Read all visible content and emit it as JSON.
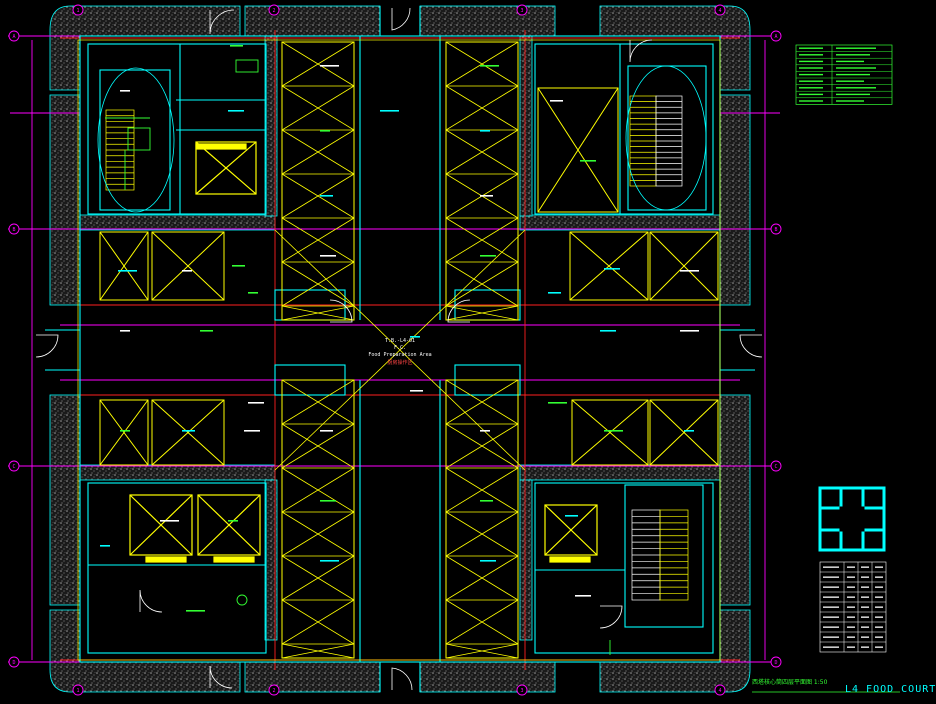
{
  "drawing": {
    "footer_title": "L4  FOOD COURT",
    "footer_subtitle": "西塔核心筒四层平面图  1:50",
    "center_tags": [
      "T.B.-L4-01",
      "F.C.",
      "Food Preparation Area",
      "厨房操作区"
    ],
    "grid_bubble_labels": [
      "A",
      "B",
      "C",
      "D",
      "1",
      "2",
      "3",
      "4"
    ],
    "colors": {
      "background": "#000000",
      "wall_cyan": "#00ffff",
      "room_yellow": "#ffff00",
      "grid_magenta": "#ff00ff",
      "grid_red": "#ff2020",
      "hatch_gray": "#8a8a8a",
      "label_green": "#33ff33",
      "white": "#ffffff"
    }
  },
  "legend_table": {
    "rows": 9
  },
  "schedule_table": {
    "rows": 8
  },
  "icons": {
    "stair": "stair-icon",
    "elevator": "elevator-icon",
    "door": "door-swing-icon",
    "key_plan": "key-plan-icon"
  }
}
